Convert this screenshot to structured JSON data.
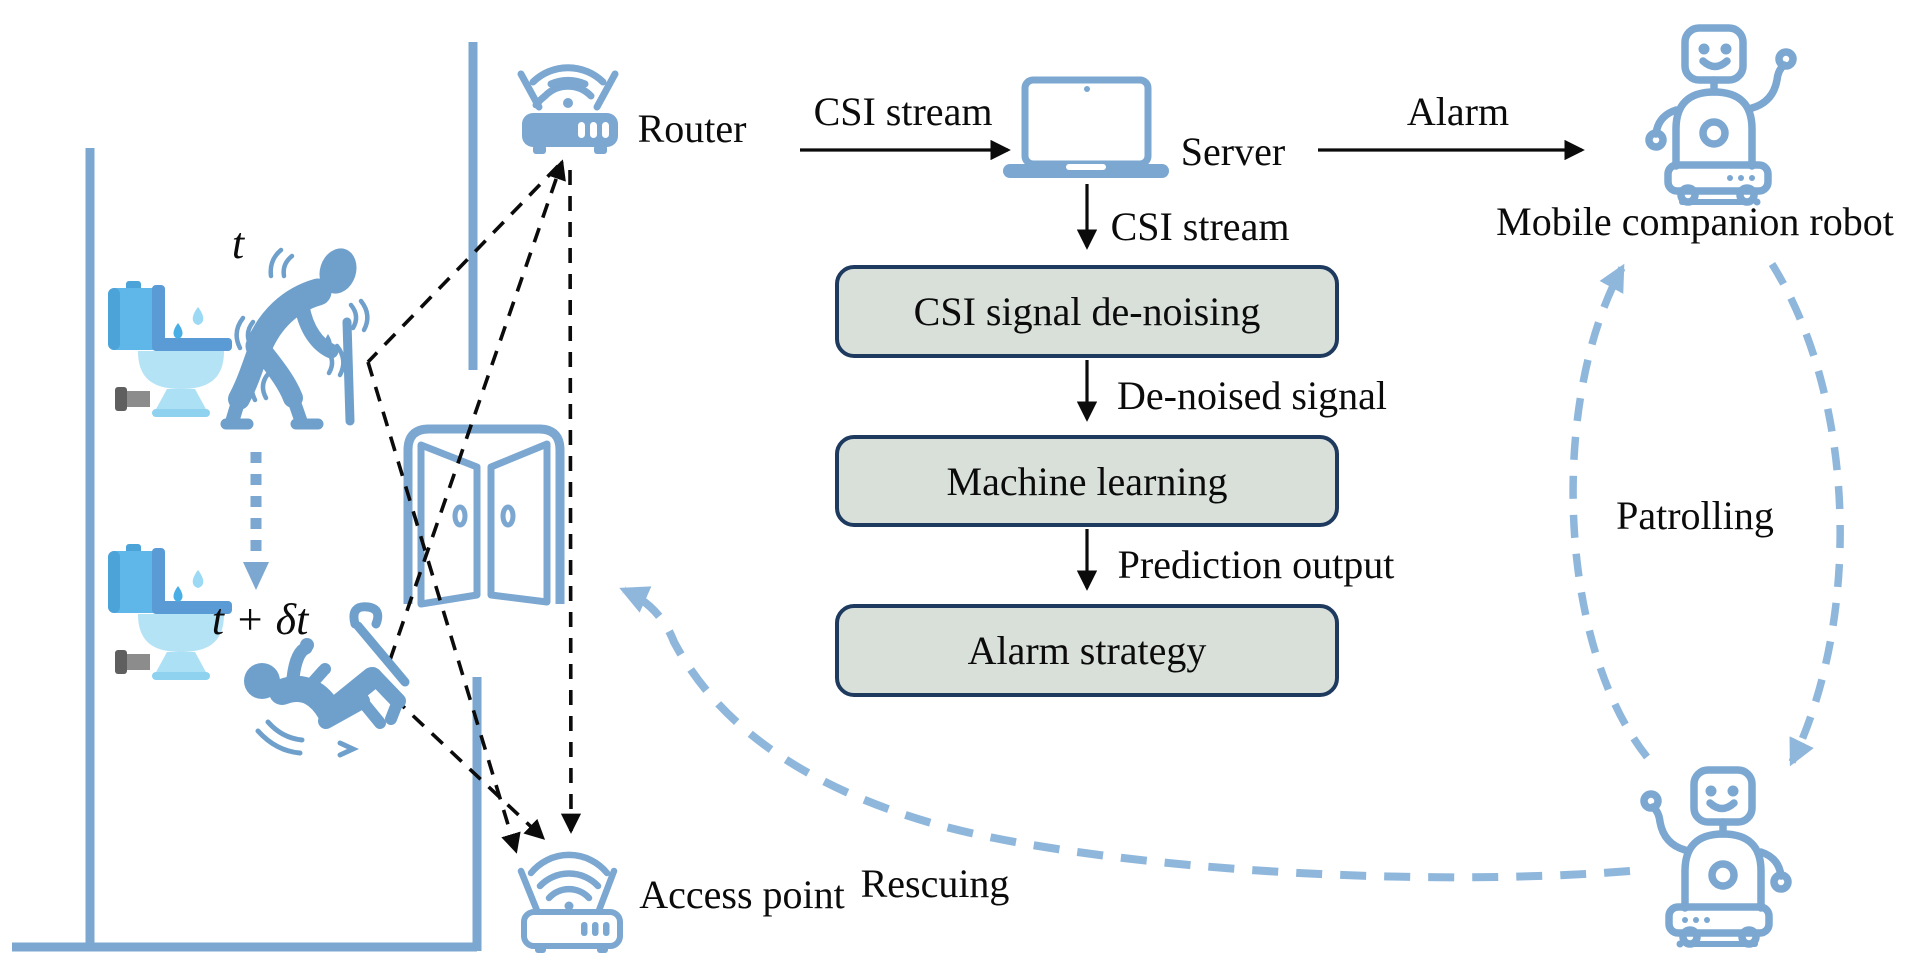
{
  "labels": {
    "router": "Router",
    "csi_stream_top": "CSI stream",
    "server": "Server",
    "alarm": "Alarm",
    "mobile_robot": "Mobile companion robot",
    "csi_stream_flow": "CSI stream",
    "denoised_signal": "De-noised signal",
    "prediction_output": "Prediction output",
    "patrolling": "Patrolling",
    "rescuing": "Rescuing",
    "access_point": "Access point",
    "time_t": "t",
    "time_t_delta": "t + δt"
  },
  "flow_boxes": [
    {
      "label": "CSI signal de-noising"
    },
    {
      "label": "Machine learning"
    },
    {
      "label": "Alarm strategy"
    }
  ],
  "colors": {
    "icon_blue": "#7BA7D1",
    "person_blue": "#6FA0CC",
    "dashed_blue": "#8FB7DC",
    "box_fill": "#D9E0DA",
    "box_border": "#1E3A5F",
    "text_black": "#0B0B0B",
    "toilet_light": "#B5E3F6",
    "toilet_mid": "#5FB7E9",
    "toilet_dark": "#5B9BD5",
    "pipe_gray": "#8C8C8C"
  }
}
